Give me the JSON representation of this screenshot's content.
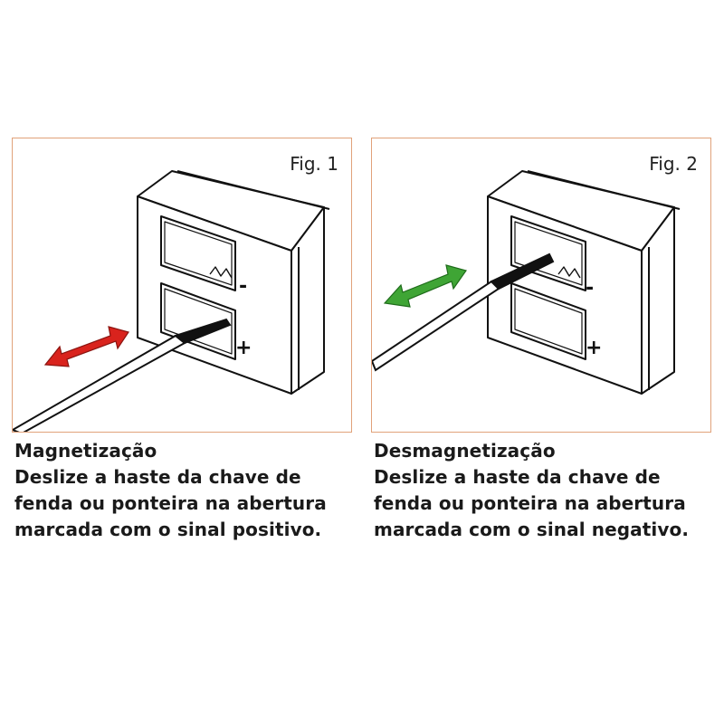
{
  "colors": {
    "frame": "#e1a27a",
    "magnetize_arrow": "#d9231d",
    "demagnetize_arrow": "#3fa535",
    "ink": "#1a1a1a"
  },
  "fig1": {
    "label": "Fig. 1",
    "plus_sign": "+",
    "minus_sign": "-",
    "arrow_icon": "double-arrow-red"
  },
  "fig2": {
    "label": "Fig. 2",
    "plus_sign": "+",
    "minus_sign": "-",
    "arrow_icon": "double-arrow-green"
  },
  "caption1": {
    "title": "Magnetização",
    "lines": [
      "Deslize a haste da chave de",
      "fenda ou ponteira na abertura",
      "marcada com o sinal positivo."
    ]
  },
  "caption2": {
    "title": "Desmagnetização",
    "lines": [
      "Deslize a haste da chave de",
      "fenda ou ponteira na abertura",
      "marcada com o sinal negativo."
    ]
  }
}
